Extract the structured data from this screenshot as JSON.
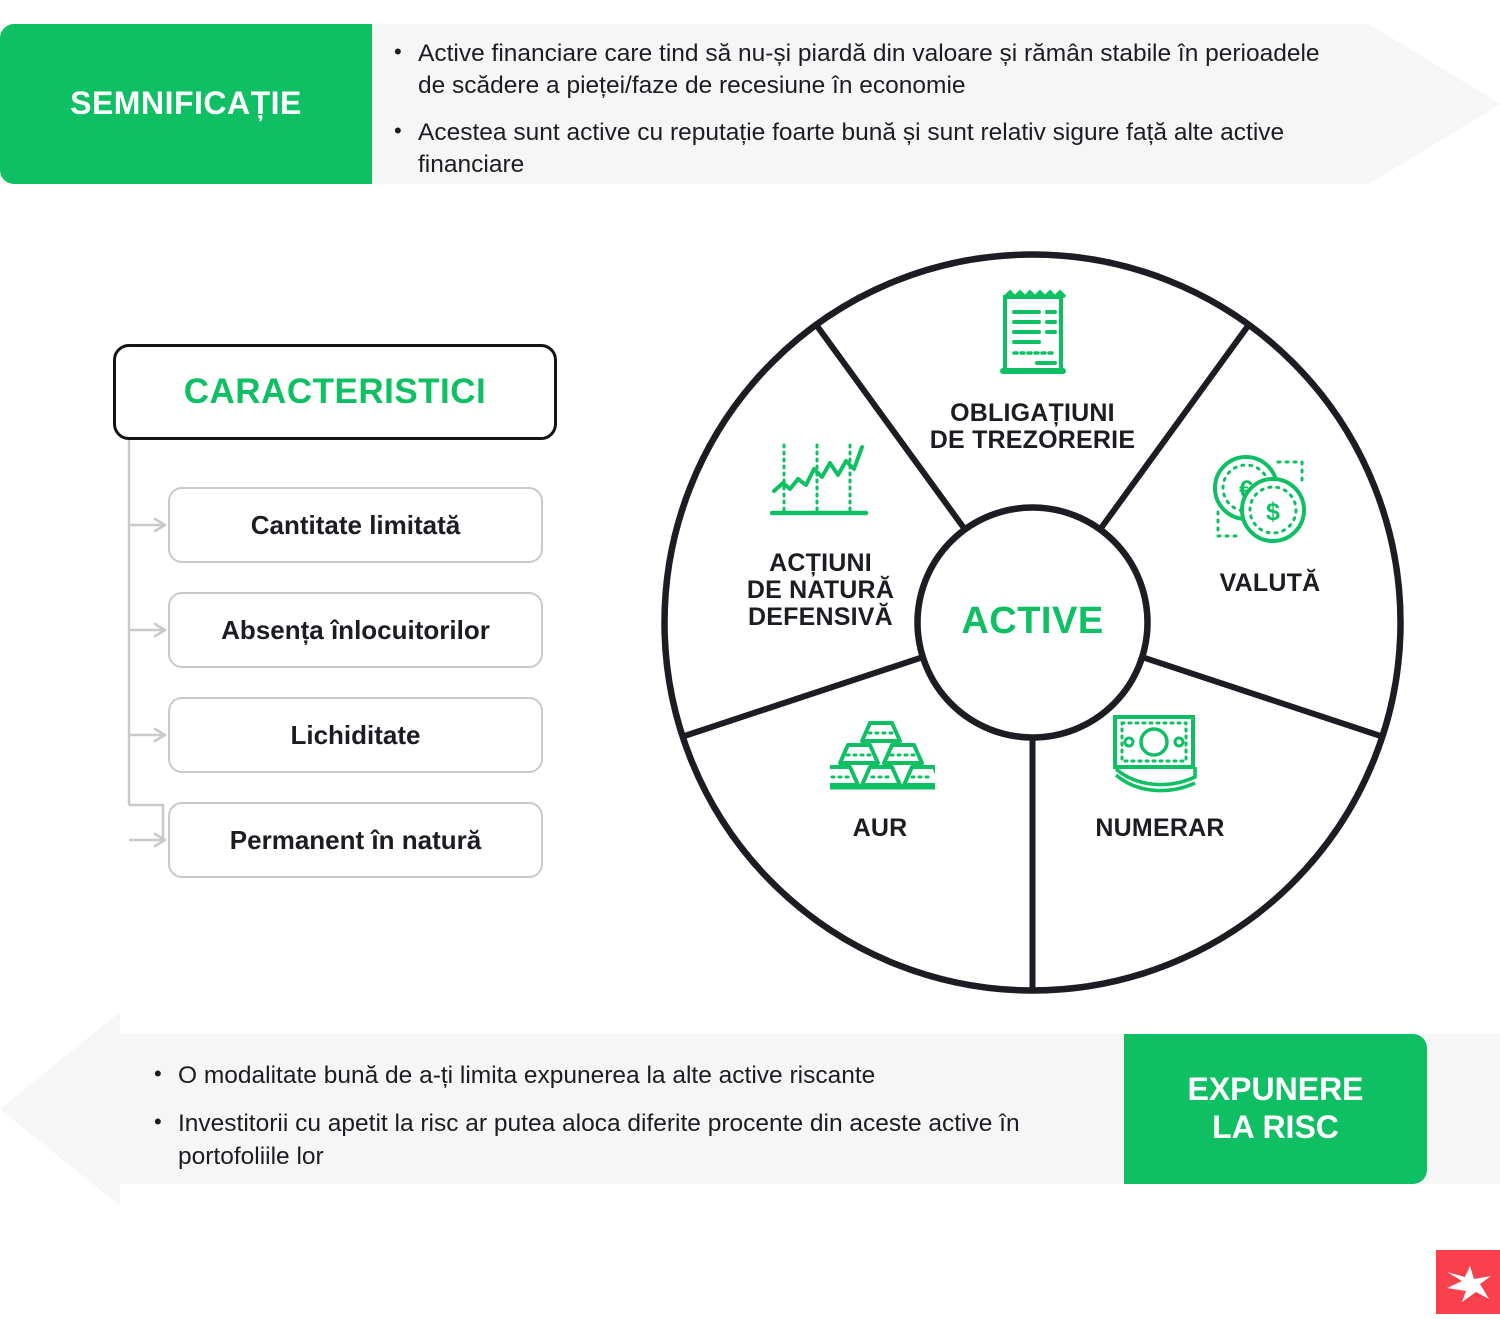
{
  "top_banner": {
    "label": "SEMNIFICAȚIE",
    "accent_color": "#0FBF63",
    "bullets": [
      "Active financiare care tind să nu-și piardă din valoare și rămân stabile în perioadele de scădere a pieței/faze de recesiune în economie",
      "Acestea sunt active cu reputație foarte bună și sunt relativ sigure față alte active financiare"
    ]
  },
  "characteristics": {
    "title": "CARACTERISTICI",
    "title_color": "#0FBF63",
    "items": [
      {
        "label": "Cantitate limitată"
      },
      {
        "label": "Absența înlocuitorilor"
      },
      {
        "label": "Lichiditate"
      },
      {
        "label": "Permanent în natură"
      }
    ]
  },
  "wheel": {
    "center_label": "ACTIVE",
    "center_color": "#0FBF63",
    "segments": [
      {
        "label": "OBLIGAȚIUNI\nDE TREZORERIE",
        "icon": "receipt-document-icon"
      },
      {
        "label": "VALUTĂ",
        "icon": "currency-coins-icon"
      },
      {
        "label": "NUMERAR",
        "icon": "banknotes-icon"
      },
      {
        "label": "AUR",
        "icon": "gold-bars-icon"
      },
      {
        "label": "ACȚIUNI\nDE NATURĂ\nDEFENSIVĂ",
        "icon": "line-chart-icon"
      }
    ]
  },
  "bottom_banner": {
    "label": "EXPUNERE\nLA RISC",
    "accent_color": "#0FBF63",
    "bullets": [
      "O modalitate bună de a-ți limita expunerea la alte active riscante",
      "Investitorii cu apetit la risc ar putea aloca diferite procente din aceste active în portofoliile lor"
    ]
  },
  "logo": {
    "name": "xtb-logo",
    "color": "#F8414D"
  }
}
